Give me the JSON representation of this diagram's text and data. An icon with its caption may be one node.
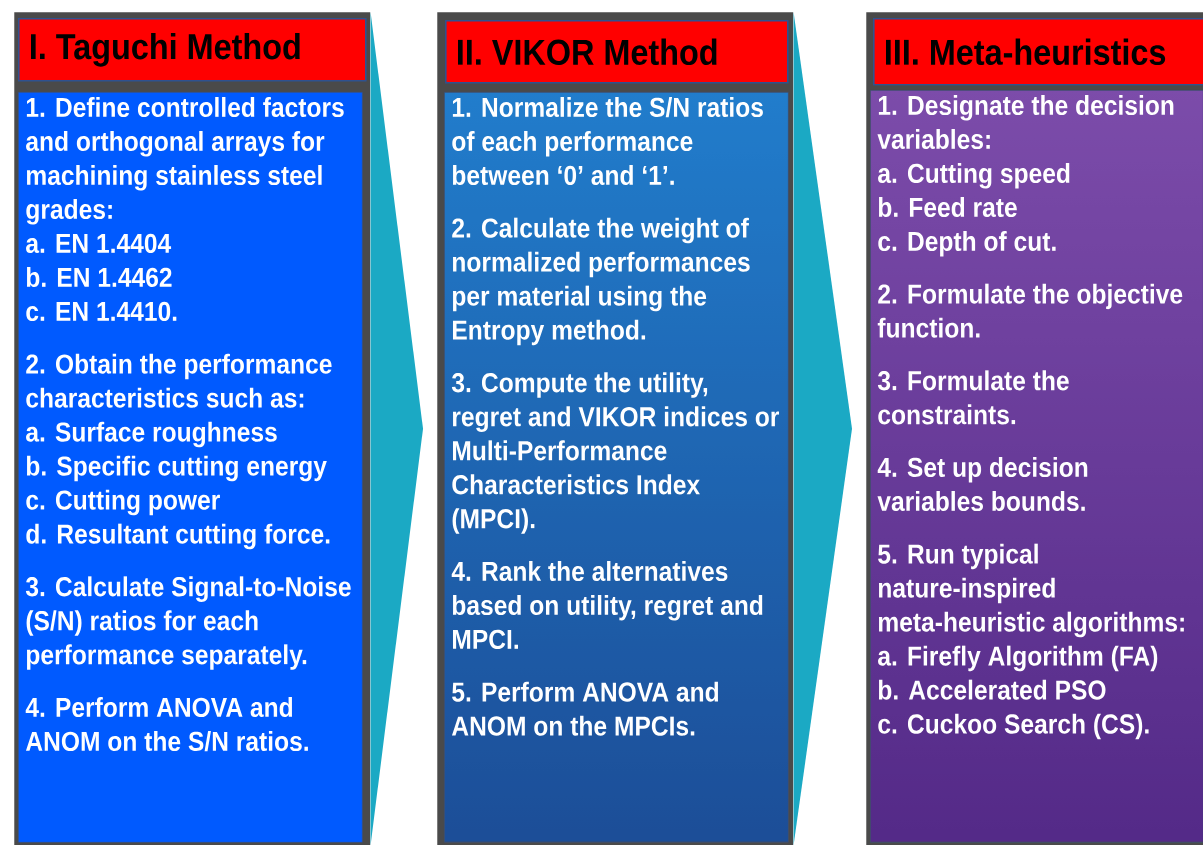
{
  "diagram": {
    "nodes": [
      {
        "text": [],
        "shape": "box"
      },
      {
        "text": [
          "I. Taguchi Method"
        ],
        "in": 0
      },
      {
        "text": [
          "1. Define controlled factors and orthogonal arrays for machining stainless steel grades:",
          "a. EN 1.4404",
          "b. EN 1.4462",
          "c. EN 1.4410.",
          "2. Obtain the performance characteristics such as:",
          "a. Surface roughness",
          "b. Specific cutting energy",
          "c. Cutting power",
          "d. Resultant cutting force.",
          "3. Calculate Signal-to-Noise (S/N) ratios for each performance separately.",
          "4. Perform ANOVA and ANOM on the S/N ratios."
        ],
        "in": 0
      },
      {
        "text": [],
        "shape": "box"
      },
      {
        "text": [
          "II. VIKOR Method"
        ],
        "in": 3
      },
      {
        "text": [
          "1. Normalize the S/N ratios of each performance between ‘0’ and ‘1’.",
          "2. Calculate the weight of normalized performances per material using the Entropy method.",
          "3. Compute the utility, regret and VIKOR indices or Multi-Performance Characteristics Index (MPCI).",
          "4. Rank the alternatives based on utility, regret and MPCI.",
          "5. Perform ANOVA and ANOM on the MPCIs."
        ],
        "in": 3
      },
      {
        "text": [],
        "shape": "box"
      },
      {
        "text": [
          "III. Meta-heuristics"
        ],
        "in": 6
      },
      {
        "text": [
          "1. Designate the decision variables:",
          "a. Cutting speed",
          "b. Feed rate",
          "c. Depth of cut.",
          "2. Formulate the objective function.",
          "3. Formulate the constraints.",
          "4. Set up decision variables bounds.",
          "5. Run typical nature-inspired meta-heuristic algorithms:",
          "a. Firefly Algorithm (FA)",
          "b. Accelerated PSO",
          "c. Cuckoo Search (CS)."
        ],
        "in": 6
      }
    ],
    "edges": [
      {
        "from": 0,
        "to": 3,
        "arrow": "to"
      },
      {
        "from": 3,
        "to": 6,
        "arrow": "to"
      }
    ]
  }
}
